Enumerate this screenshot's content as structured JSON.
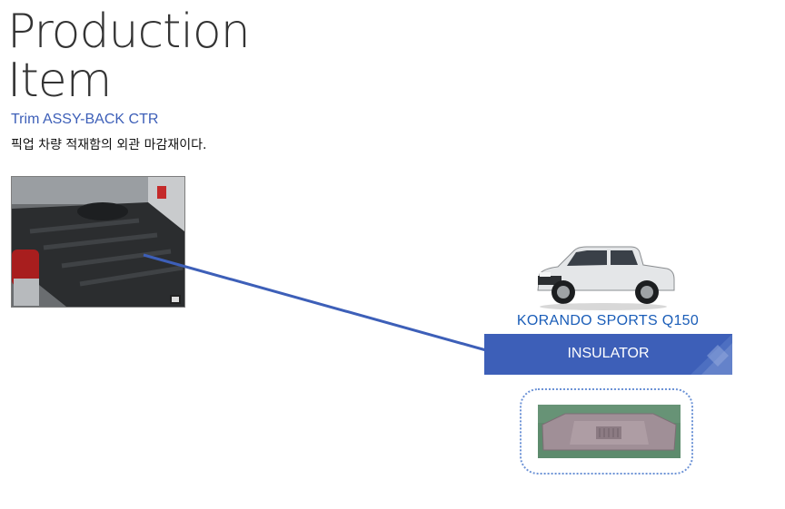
{
  "heading": {
    "line1": "Production",
    "line2": "Item"
  },
  "product": {
    "name": "Trim ASSY-BACK CTR",
    "description": "픽업 차량 적재함의 외관 마감재이다."
  },
  "vehicle": {
    "model": "KORANDO SPORTS Q150"
  },
  "part": {
    "label": "INSULATOR"
  },
  "colors": {
    "accent_blue": "#3d5fb8",
    "model_text": "#1a5db8",
    "frame_dotted": "#6d93d6"
  }
}
